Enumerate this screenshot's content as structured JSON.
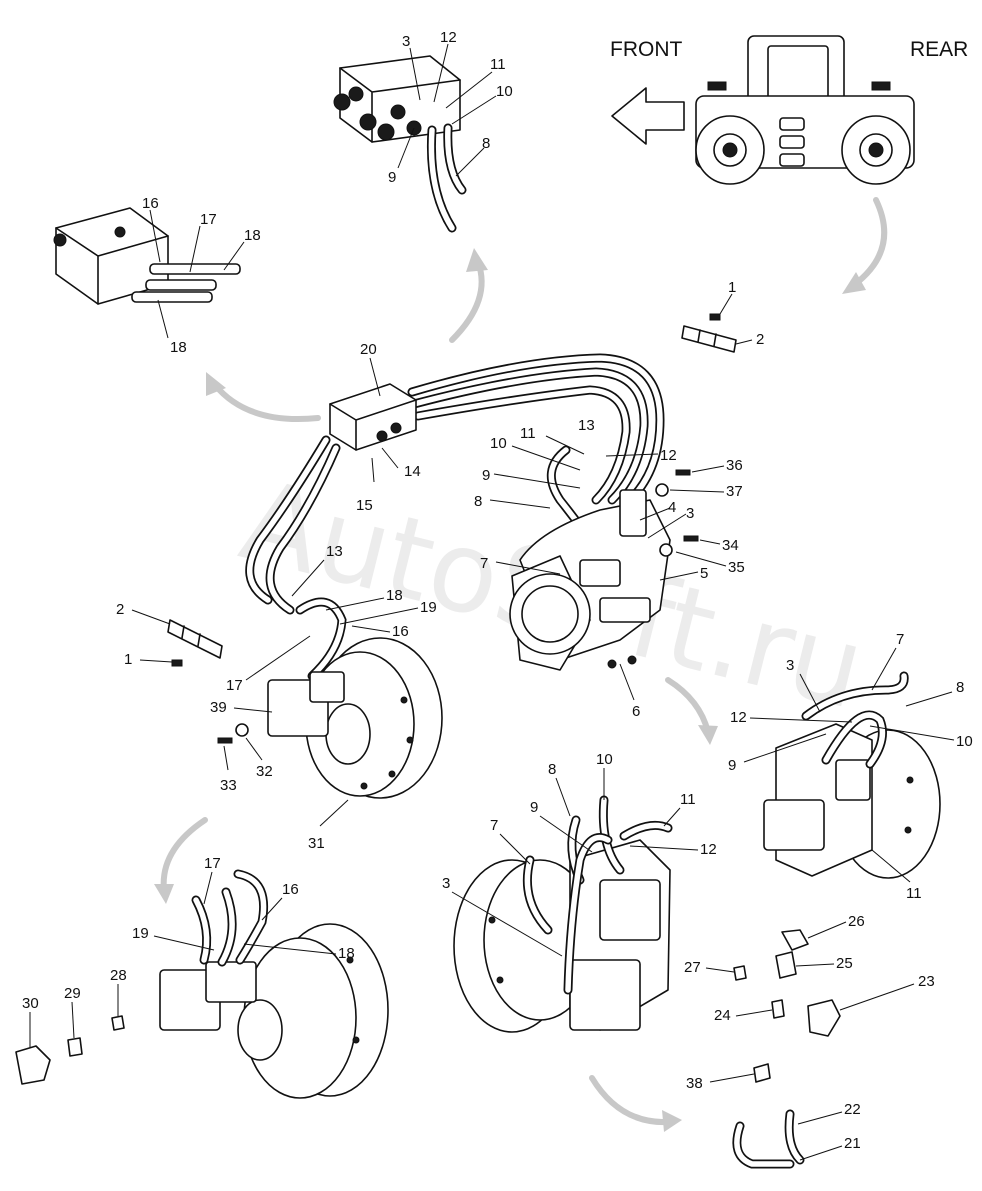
{
  "header": {
    "front_label": "FRONT",
    "rear_label": "REAR"
  },
  "watermark": {
    "text": "AutoSoft.ru"
  },
  "callouts": {
    "top_block": [
      "3",
      "12",
      "11",
      "10",
      "8",
      "9"
    ],
    "left_block": [
      "16",
      "17",
      "18",
      "18"
    ],
    "rear_bracket": [
      "1",
      "2"
    ],
    "main_center": [
      "20",
      "14",
      "15",
      "13",
      "11",
      "10",
      "12",
      "9",
      "8",
      "36",
      "37",
      "4",
      "3",
      "34",
      "7",
      "35",
      "5",
      "6"
    ],
    "left_mount": [
      "13",
      "18",
      "19",
      "16",
      "2",
      "1",
      "17",
      "39",
      "33",
      "32",
      "31"
    ],
    "right_motor": [
      "7",
      "8",
      "3",
      "12",
      "10",
      "9",
      "11"
    ],
    "center_motor": [
      "8",
      "10",
      "11",
      "9",
      "7",
      "12",
      "3"
    ],
    "left_motor": [
      "17",
      "16",
      "19",
      "18"
    ],
    "fittings": [
      "26",
      "27",
      "25",
      "23",
      "24",
      "28",
      "29",
      "30",
      "38",
      "22",
      "21"
    ]
  },
  "icons": [
    "roller-machine-icon",
    "front-direction-arrow-icon",
    "flow-arrow-icon"
  ]
}
